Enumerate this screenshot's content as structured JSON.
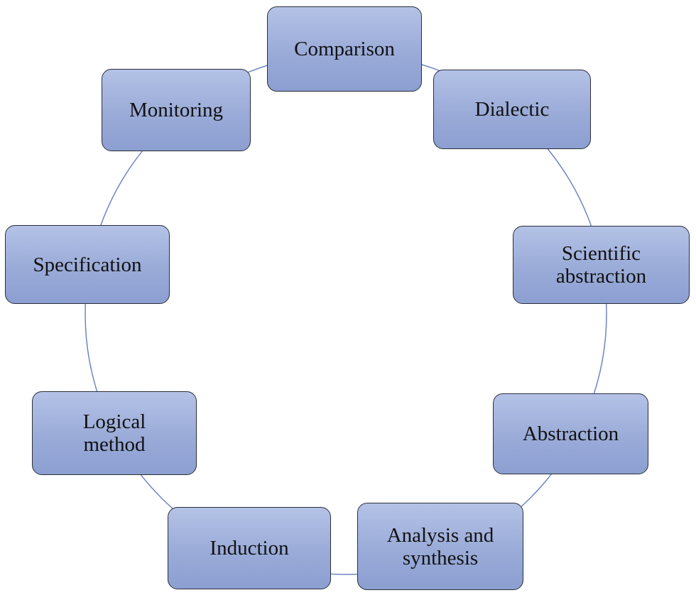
{
  "diagram": {
    "type": "cycle",
    "connector_color": "#6f86c4",
    "box_fill": "#9aabd8",
    "box_border": "#2b2f3a",
    "nodes": [
      {
        "id": "comparison",
        "label": "Comparison"
      },
      {
        "id": "dialectic",
        "label": "Dialectic"
      },
      {
        "id": "scientific-abstraction",
        "label": "Scientific\nabstraction"
      },
      {
        "id": "abstraction",
        "label": "Abstraction"
      },
      {
        "id": "analysis-and-synthesis",
        "label": "Analysis and\nsynthesis"
      },
      {
        "id": "induction",
        "label": "Induction"
      },
      {
        "id": "logical-method",
        "label": "Logical\nmethod"
      },
      {
        "id": "specification",
        "label": "Specification"
      },
      {
        "id": "monitoring",
        "label": "Monitoring"
      }
    ]
  }
}
